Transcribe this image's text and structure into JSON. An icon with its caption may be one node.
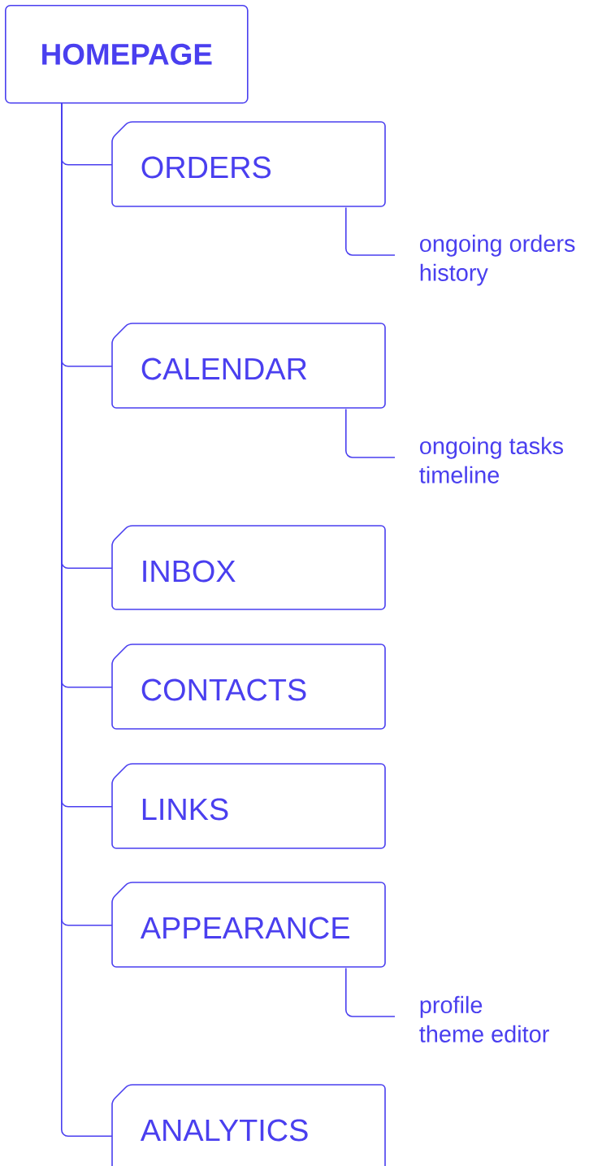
{
  "diagram": {
    "nodes": [
      {
        "text": [
          "HOMEPAGE"
        ]
      },
      {
        "text": [
          "ORDERS"
        ]
      },
      {
        "text": [
          "ongoing orders",
          "history"
        ]
      },
      {
        "text": [
          "CALENDAR"
        ]
      },
      {
        "text": [
          "ongoing tasks",
          "timeline"
        ]
      },
      {
        "text": [
          "INBOX"
        ]
      },
      {
        "text": [
          "CONTACTS"
        ]
      },
      {
        "text": [
          "LINKS"
        ]
      },
      {
        "text": [
          "APPEARANCE"
        ]
      },
      {
        "text": [
          "profile",
          "theme editor"
        ]
      },
      {
        "text": [
          "ANALYTICS"
        ]
      }
    ],
    "edges": [
      {
        "from": 0,
        "to": 1,
        "arrow": "none"
      },
      {
        "from": 1,
        "to": 2,
        "arrow": "none"
      },
      {
        "from": 0,
        "to": 3,
        "arrow": "none"
      },
      {
        "from": 3,
        "to": 4,
        "arrow": "none"
      },
      {
        "from": 0,
        "to": 5,
        "arrow": "none"
      },
      {
        "from": 0,
        "to": 6,
        "arrow": "none"
      },
      {
        "from": 0,
        "to": 7,
        "arrow": "none"
      },
      {
        "from": 0,
        "to": 8,
        "arrow": "none"
      },
      {
        "from": 8,
        "to": 9,
        "arrow": "none"
      },
      {
        "from": 0,
        "to": 10,
        "arrow": "none"
      }
    ]
  }
}
